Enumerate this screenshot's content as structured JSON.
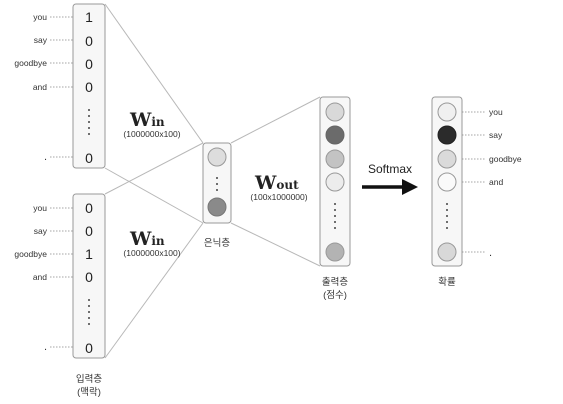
{
  "input_top": {
    "words": [
      "you",
      "say",
      "goodbye",
      "and",
      "."
    ],
    "values": [
      "1",
      "0",
      "0",
      "0",
      "0"
    ]
  },
  "input_bottom": {
    "words": [
      "you",
      "say",
      "goodbye",
      "and",
      "."
    ],
    "values": [
      "0",
      "0",
      "1",
      "0",
      "0"
    ]
  },
  "input_label": {
    "line1": "입력층",
    "line2": "(맥락)"
  },
  "win_top": {
    "letter": "W",
    "sub": "in",
    "shape": "(1000000x100)"
  },
  "win_bottom": {
    "letter": "W",
    "sub": "in",
    "shape": "(1000000x100)"
  },
  "hidden_label": "은닉층",
  "wout": {
    "letter": "W",
    "sub": "out",
    "shape": "(100x1000000)"
  },
  "output_label": {
    "line1": "출력층",
    "line2": "(점수)"
  },
  "softmax_label": "Softmax",
  "prob_label": "확률",
  "prob_words": [
    "you",
    "say",
    "goodbye",
    "and",
    "."
  ],
  "colors": {
    "box_stroke": "#999999",
    "box_fill": "#f7f7f7",
    "line": "#b8b8b8",
    "arrow": "#111111",
    "hidden_nodes": [
      "#dddddd",
      "#8a8a8a"
    ],
    "output_nodes": [
      "#d9d9d9",
      "#6b6b6b",
      "#c3c3c3",
      "#ececec",
      "#b3b3b3"
    ],
    "prob_nodes": [
      "#f0f0f0",
      "#2b2b2b",
      "#dadada",
      "#fafafa",
      "#d8d8d8"
    ]
  }
}
